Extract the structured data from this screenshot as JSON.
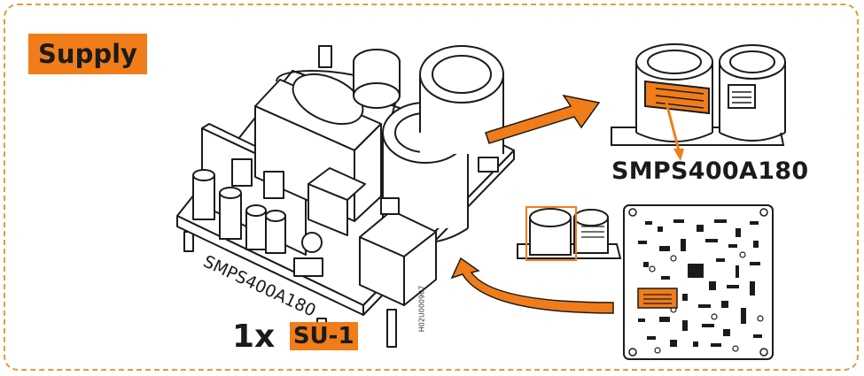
{
  "header": {
    "title": "Supply"
  },
  "board_print": "SMPS400A180",
  "detail": {
    "model_label": "SMPS400A180"
  },
  "quantity": {
    "count": "1x",
    "part_tag": "SU-1"
  },
  "drawing_code": "H02U000907",
  "colors": {
    "accent": "#f07d1a",
    "frame_dash": "#e79a3a",
    "line": "#1b1b1b"
  }
}
